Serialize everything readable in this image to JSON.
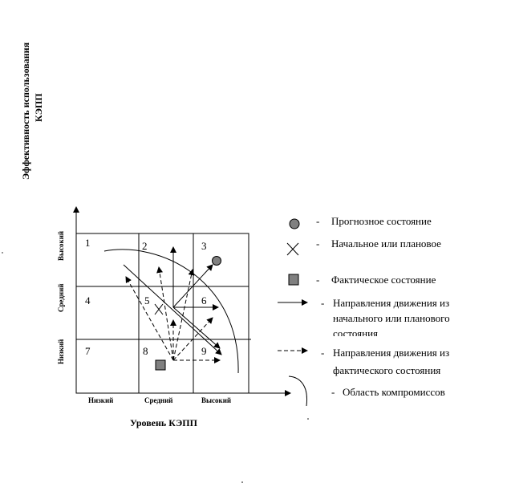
{
  "diagram": {
    "y_axis_title_line1": "Эффективность использования",
    "y_axis_title_line2": "КЭПП",
    "x_axis_title": "Уровень КЭПП",
    "x_ticks": [
      "Низкий",
      "Средний",
      "Высокий"
    ],
    "y_ticks": [
      "Низкий",
      "Средний",
      "Высокий"
    ],
    "cells": [
      "1",
      "2",
      "3",
      "4",
      "5",
      "6",
      "7",
      "8",
      "9"
    ]
  },
  "legend": {
    "forecast": "Прогнозное состояние",
    "initial": "Начальное или плановое",
    "actual": "Фактическое состояние",
    "solid_line1": "Направления движения  из",
    "solid_line2": "начального или планового",
    "solid_line3": "состояния",
    "dashed_line1": "Направления движения из",
    "dashed_line2": "фактического состояния",
    "compromise": "Область компромиссов",
    "dash": "-"
  },
  "colors": {
    "forecast_fill": "#808080",
    "actual_fill": "#808080",
    "stroke": "#000000"
  }
}
